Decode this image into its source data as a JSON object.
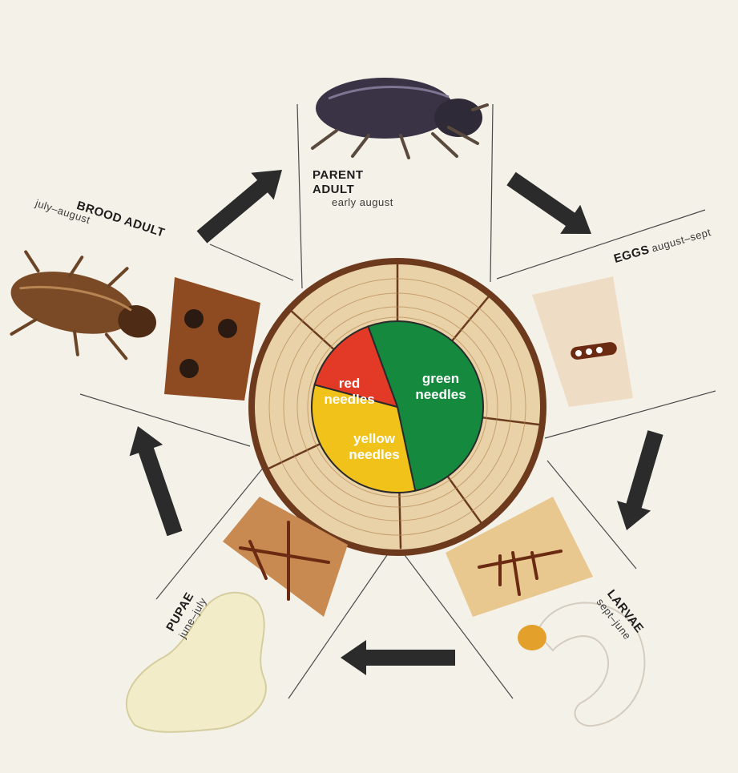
{
  "diagram": {
    "center": {
      "slices": [
        {
          "key": "green",
          "lines": [
            "green",
            "needles"
          ],
          "color": "#158a3f"
        },
        {
          "key": "yellow",
          "lines": [
            "yellow",
            "needles"
          ],
          "color": "#f0c21a"
        },
        {
          "key": "red",
          "lines": [
            "red",
            "needles"
          ],
          "color": "#e23a26"
        }
      ],
      "ring_color": "#e9d2a7"
    },
    "stages": [
      {
        "key": "parent",
        "title_lines": [
          "PARENT",
          "ADULT"
        ],
        "period": "early august"
      },
      {
        "key": "eggs",
        "title_lines": [
          "EGGS"
        ],
        "period": "august–sept"
      },
      {
        "key": "larvae",
        "title_lines": [
          "LARVAE"
        ],
        "period": "sept–june"
      },
      {
        "key": "pupae",
        "title_lines": [
          "PUPAE"
        ],
        "period": "june–july"
      },
      {
        "key": "brood",
        "title_lines": [
          "BROOD ADULT"
        ],
        "period": "july–august"
      }
    ],
    "colors": {
      "arrow": "#2b2b2b",
      "beetle_dark": "#3a3346",
      "beetle_brown": "#7a4a26",
      "grub": "#f4f1e8",
      "pupa": "#f3ecc8",
      "bark": "#c98a52",
      "gallery": "#6b2a12"
    }
  }
}
